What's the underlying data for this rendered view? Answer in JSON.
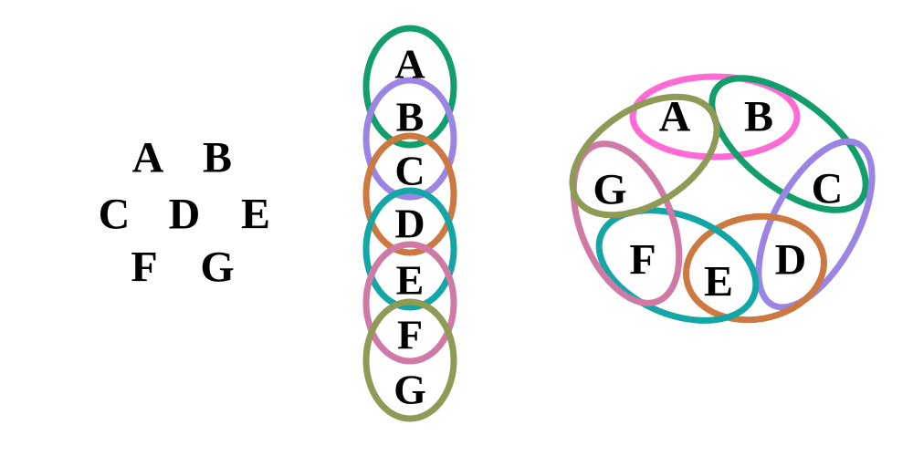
{
  "colors": {
    "pink": "#ff6ad5",
    "green": "#119e6a",
    "purple": "#9b84e4",
    "orange": "#cc7840",
    "teal": "#13a6a6",
    "mauve": "#cf7aa6",
    "olive": "#8e9a56"
  },
  "vertices": {
    "A": "A",
    "B": "B",
    "C": "C",
    "D": "D",
    "E": "E",
    "F": "F",
    "G": "G"
  },
  "chain_edges": [
    {
      "from": "A",
      "to": "B",
      "color": "green"
    },
    {
      "from": "B",
      "to": "C",
      "color": "purple"
    },
    {
      "from": "C",
      "to": "D",
      "color": "orange"
    },
    {
      "from": "D",
      "to": "E",
      "color": "teal"
    },
    {
      "from": "E",
      "to": "F",
      "color": "mauve"
    },
    {
      "from": "F",
      "to": "G",
      "color": "olive"
    }
  ],
  "cycle_edges": [
    {
      "from": "A",
      "to": "B",
      "color": "pink"
    },
    {
      "from": "B",
      "to": "C",
      "color": "green"
    },
    {
      "from": "C",
      "to": "D",
      "color": "purple"
    },
    {
      "from": "D",
      "to": "E",
      "color": "orange"
    },
    {
      "from": "E",
      "to": "F",
      "color": "teal"
    },
    {
      "from": "F",
      "to": "G",
      "color": "mauve"
    },
    {
      "from": "G",
      "to": "A",
      "color": "olive"
    }
  ]
}
